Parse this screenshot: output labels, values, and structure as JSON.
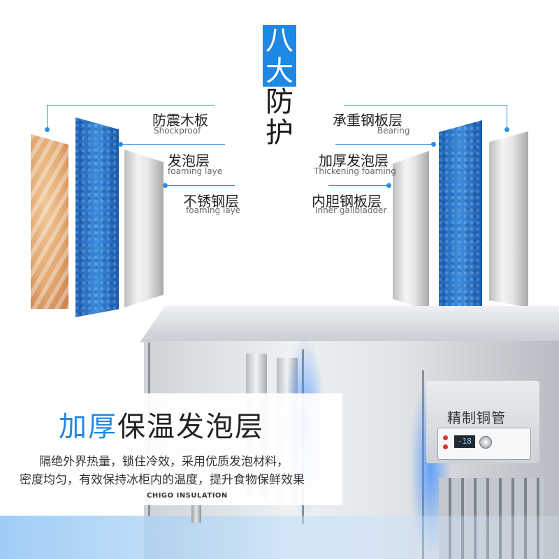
{
  "title": {
    "chars": [
      "八",
      "大",
      "防",
      "护"
    ]
  },
  "left_labels": [
    {
      "zh": "防震木板",
      "en": "Shockproof"
    },
    {
      "zh": "发泡层",
      "en": "foaming laye"
    },
    {
      "zh": "不锈钢层",
      "en": "foaming laye"
    }
  ],
  "right_labels": [
    {
      "zh": "承重钢板层",
      "en": "Bearing"
    },
    {
      "zh": "加厚发泡层",
      "en": "Thickening foaming"
    },
    {
      "zh": "内胆钢板层",
      "en": "Inner gallbladder"
    }
  ],
  "control_panel": {
    "title": "精制铜管",
    "lcd": "-18"
  },
  "info": {
    "title_blue": "加厚",
    "title_dark": "保温发泡层",
    "lines": [
      "隔绝外界热量，锁住冷效，采用优质发泡材料，",
      "密度均匀，有效保持冰柜内的温度，提升食物保鲜效果"
    ],
    "brand": "CHIGO INSULATION"
  },
  "colors": {
    "accent": "#1e88e5",
    "foam": "#2f7fd6",
    "wood": "#e2a873",
    "steel": "#e6e6e6"
  }
}
